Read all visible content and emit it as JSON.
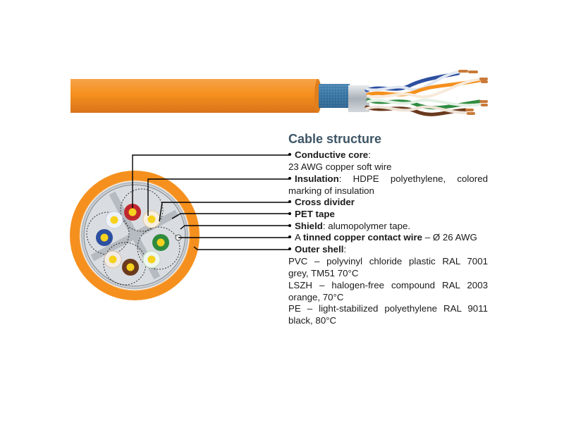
{
  "title": "Cable structure",
  "items": [
    {
      "name": "Conductive core",
      "suffix": ":",
      "lines": [
        "23 AWG copper soft wire"
      ]
    },
    {
      "name": "Insulation",
      "suffix": ": HDPE polyethylene, colored",
      "lines": [
        "marking of insulation"
      ]
    },
    {
      "name": "Cross divider",
      "suffix": "",
      "lines": []
    },
    {
      "name": "PET tape",
      "suffix": "",
      "lines": []
    },
    {
      "name": "Shield",
      "suffix": ": alumopolymer tape.",
      "lines": []
    },
    {
      "prefix": "A ",
      "name": "tinned copper contact wire",
      "suffix": " – Ø 26 AWG",
      "lines": []
    },
    {
      "name": "Outer shell",
      "suffix": ":",
      "lines": []
    }
  ],
  "outer_shell_options": [
    {
      "line1": "PVC – polyvinyl chloride plastic RAL 7001",
      "line2": "grey, TM51 70°C"
    },
    {
      "line1": "LSZH – halogen-free compound RAL 2003",
      "line2": "orange, 70°C"
    },
    {
      "line1": "PE – light-stabilized polyethylene RAL 9011",
      "line2": "black, 80°C"
    }
  ],
  "colors": {
    "jacket": "#f5901e",
    "jacket_dark": "#d9721a",
    "shield_blue": "#3c79a8",
    "foil": "#c9ced4",
    "title": "#3e5566",
    "pair_red": "#c0272d",
    "pair_blue": "#2d4fa0",
    "pair_green": "#2e8b3e",
    "pair_brown": "#6b3a1e"
  }
}
